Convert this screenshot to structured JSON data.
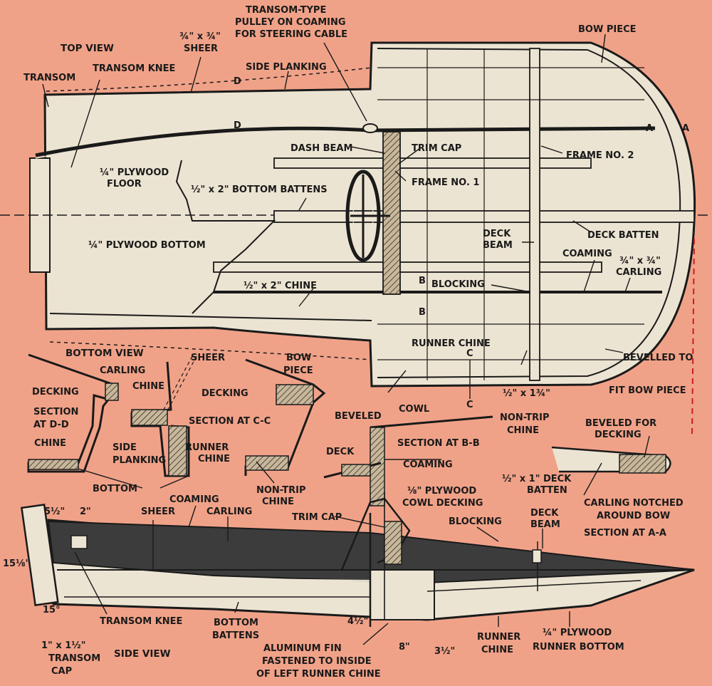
{
  "views": {
    "top": "TOP VIEW",
    "bottom": "BOTTOM VIEW",
    "side": "SIDE VIEW"
  },
  "labels": {
    "transom_pulley_1": "TRANSOM-TYPE",
    "transom_pulley_2": "PULLEY ON COAMING",
    "transom_pulley_3": "FOR STEERING CABLE",
    "sheer_size_1": "¾\" x ¾\"",
    "sheer_size_2": "SHEER",
    "bow_piece": "BOW PIECE",
    "transom": "TRANSOM",
    "transom_knee": "TRANSOM KNEE",
    "side_planking": "SIDE PLANKING",
    "mark_d": "D",
    "mark_a": "A",
    "mark_b": "B",
    "mark_c": "C",
    "dash_beam": "DASH BEAM",
    "trim_cap": "TRIM CAP",
    "frame_no_2": "FRAME NO. 2",
    "plywood_floor_1": "¼\" PLYWOOD",
    "plywood_floor_2": "FLOOR",
    "bottom_battens": "½\" x 2\" BOTTOM BATTENS",
    "frame_no_1": "FRAME NO. 1",
    "plywood_bottom": "¼\" PLYWOOD BOTTOM",
    "deck_beam_1": "DECK",
    "deck_beam_2": "BEAM",
    "deck_batten": "DECK BATTEN",
    "coaming": "COAMING",
    "carling_size": "¾\" x ¾\"",
    "carling": "CARLING",
    "chine": "½\" x 2\" CHINE",
    "blocking": "BLOCKING",
    "runner_chine": "RUNNER CHINE",
    "sheer": "SHEER",
    "bow_piece_1": "BOW",
    "bow_piece_2": "PIECE",
    "bevelled_1": "BEVELLED TO",
    "bevelled_2": "FIT BOW PIECE",
    "carling_sec": "CARLING",
    "decking": "DECKING",
    "chine_sec": "CHINE",
    "section_dd_1": "SECTION",
    "section_dd_2": "AT D-D",
    "section_cc": "SECTION AT C-C",
    "side_planking_1": "SIDE",
    "side_planking_2": "PLANKING",
    "runner_chine_1": "RUNNER",
    "runner_chine_2": "CHINE",
    "beveled": "BEVELED",
    "cowl": "COWL",
    "non_trip_1": "½\" x 1¾\"",
    "non_trip_2": "NON-TRIP",
    "non_trip_3": "CHINE",
    "beveled_for_1": "BEVELED FOR",
    "beveled_for_2": "DECKING",
    "section_bb": "SECTION AT B-B",
    "deck": "DECK",
    "coaming_bb": "COAMING",
    "bottom": "BOTTOM",
    "non_trip_sec_1": "NON-TRIP",
    "non_trip_sec_2": "CHINE",
    "deck_batten_1": "½\" x 1\" DECK",
    "deck_batten_2": "BATTEN",
    "carling_notched_1": "CARLING NOTCHED",
    "carling_notched_2": "AROUND BOW",
    "section_aa": "SECTION AT A-A",
    "coaming_side": "COAMING",
    "sheer_side": "SHEER",
    "carling_side": "CARLING",
    "trim_cap_side": "TRIM CAP",
    "cowl_decking_1": "⅛\" PLYWOOD",
    "cowl_decking_2": "COWL DECKING",
    "blocking_side": "BLOCKING",
    "deck_beam_s1": "DECK",
    "deck_beam_s2": "BEAM",
    "dim_5half": "5½\"",
    "dim_2": "2\"",
    "dim_15": "15⅛\"",
    "dim_15deg": "15°",
    "transom_knee_side": "TRANSOM KNEE",
    "bottom_battens_1": "BOTTOM",
    "bottom_battens_2": "BATTENS",
    "dim_4half": "4½\"",
    "dim_8": "8\"",
    "dim_3half": "3½\"",
    "runner_chine_s1": "RUNNER",
    "runner_chine_s2": "CHINE",
    "runner_bottom_1": "¼\" PLYWOOD",
    "runner_bottom_2": "RUNNER BOTTOM",
    "transom_cap_1": "1\" x 1½\"",
    "transom_cap_2": "TRANSOM",
    "transom_cap_3": "CAP",
    "fin_1": "ALUMINUM FIN",
    "fin_2": "FASTENED TO INSIDE",
    "fin_3": "OF LEFT RUNNER CHINE"
  },
  "colors": {
    "background": "#f0a288",
    "wood": "#ece4d2",
    "ink": "#1a1a1a",
    "dark_fill": "#3c3c3c",
    "leader_line": "#c81e1e"
  }
}
